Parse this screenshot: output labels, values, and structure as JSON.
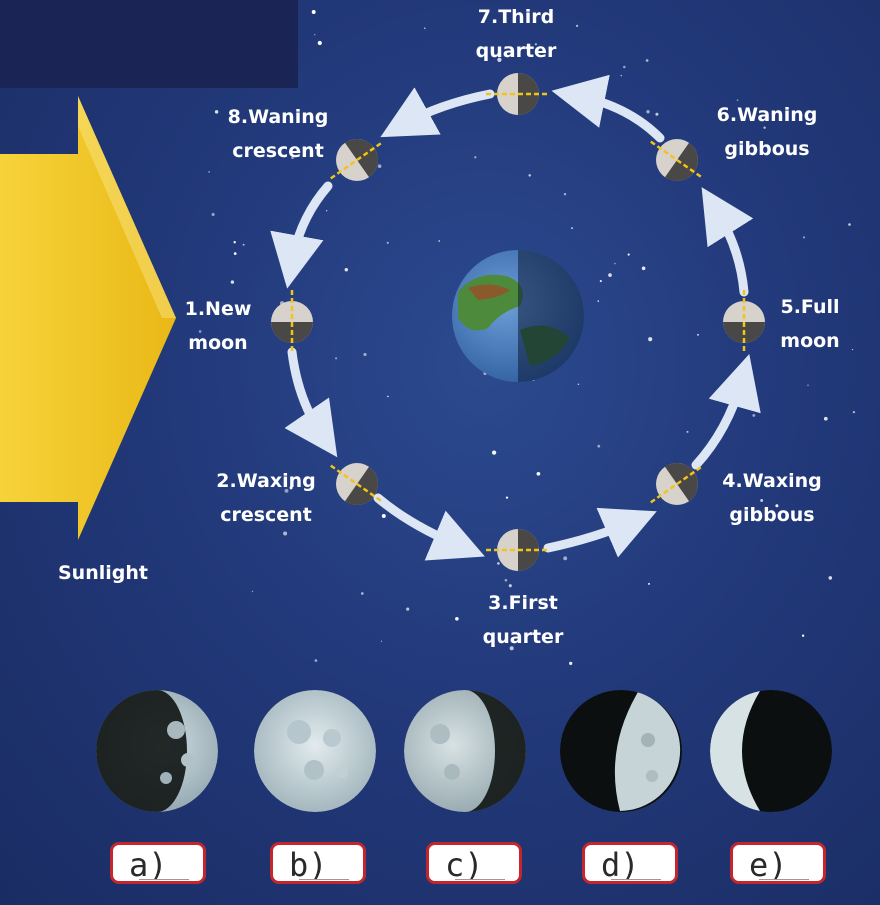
{
  "diagram": {
    "sunlight_label": "Sunlight",
    "phases": [
      {
        "number": 1,
        "line1": "1.New",
        "line2": "moon"
      },
      {
        "number": 2,
        "line1": "2.Waxing",
        "line2": "crescent"
      },
      {
        "number": 3,
        "line1": "3.First",
        "line2": "quarter"
      },
      {
        "number": 4,
        "line1": "4.Waxing",
        "line2": "gibbous"
      },
      {
        "number": 5,
        "line1": "5.Full",
        "line2": "moon"
      },
      {
        "number": 6,
        "line1": "6.Waning",
        "line2": "gibbous"
      },
      {
        "number": 7,
        "line1": "7.Third",
        "line2": "quarter"
      },
      {
        "number": 8,
        "line1": "8.Waning",
        "line2": "crescent"
      }
    ]
  },
  "exercise": {
    "answer_boxes": [
      {
        "letter": "a)"
      },
      {
        "letter": "b)"
      },
      {
        "letter": "c)"
      },
      {
        "letter": "d)"
      },
      {
        "letter": "e)"
      }
    ]
  },
  "colors": {
    "background": "#22397a",
    "sunlight": "#f0c419",
    "arrow": "#dde6f5",
    "terminator_dash": "#f0c419",
    "answer_border": "#c4262e"
  }
}
